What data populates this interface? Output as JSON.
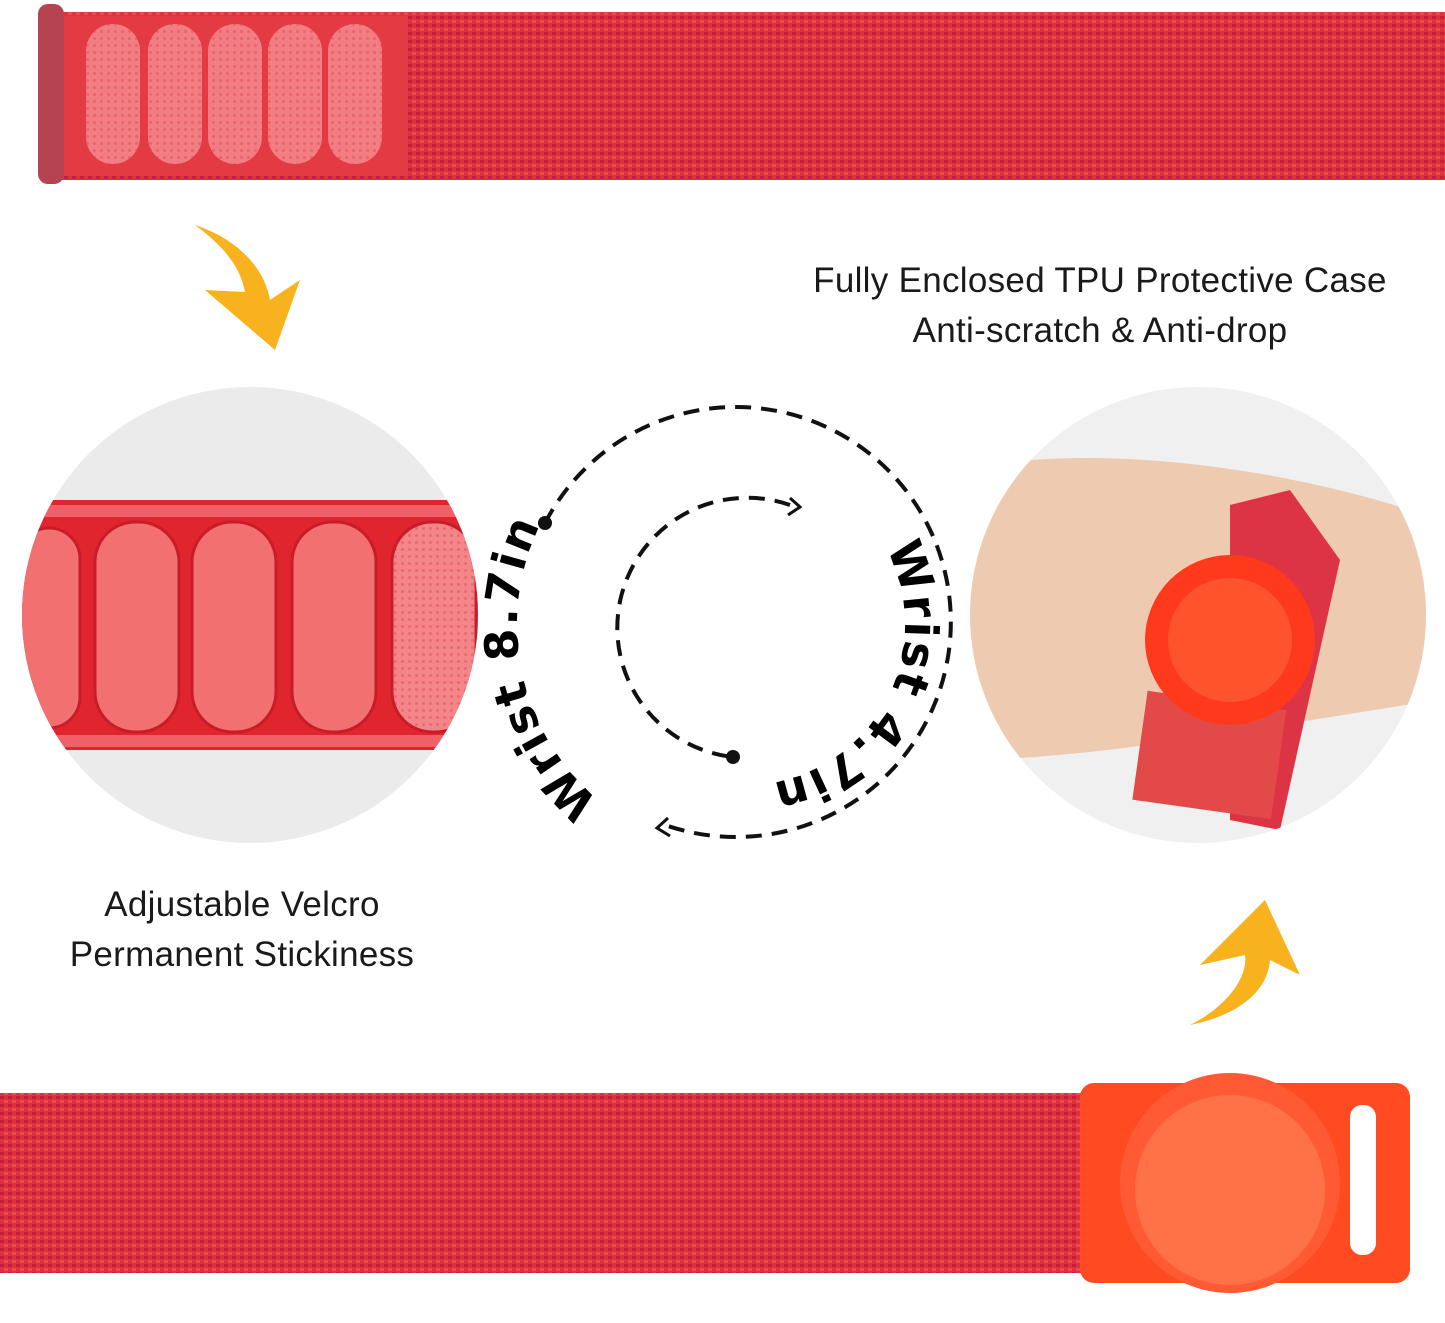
{
  "captions": {
    "case_line1": "Fully Enclosed TPU Protective Case",
    "case_line2": "Anti-scratch & Anti-drop",
    "velcro_line1": "Adjustable Velcro",
    "velcro_line2": "Permanent Stickiness"
  },
  "sizes": {
    "small": "Wrist 4.7in",
    "large": "Wrist 8.7in"
  },
  "colors": {
    "band_red": "#e0313b",
    "band_dark": "#b81f3a",
    "case_orange": "#ff4a2a",
    "arrow_yellow": "#f7b21d",
    "skin": "#eecbb0"
  },
  "icons": [
    "curved-arrow-down-icon",
    "curved-arrow-up-icon"
  ]
}
